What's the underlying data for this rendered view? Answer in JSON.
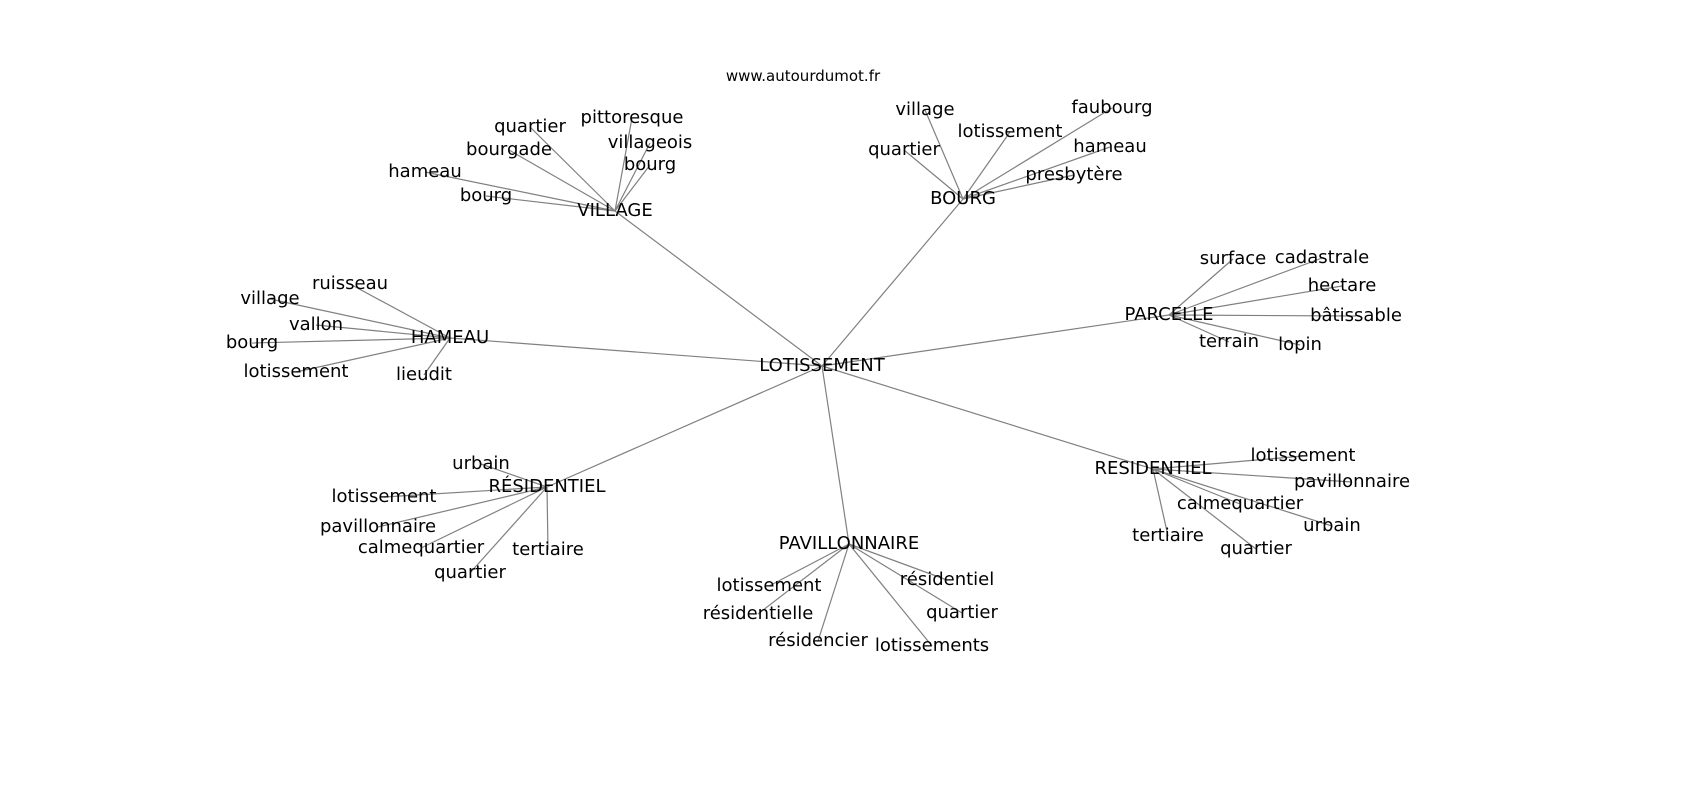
{
  "title": "www.autourdumot.fr",
  "colors": {
    "edge": "#808080",
    "text": "#000000"
  },
  "graph": {
    "root": "LOTISSEMENT",
    "groups": [
      {
        "label": "VILLAGE",
        "children": [
          "quartier",
          "pittoresque",
          "villageois",
          "bourg",
          "bourgade",
          "hameau",
          "bourg"
        ]
      },
      {
        "label": "BOURG",
        "children": [
          "village",
          "lotissement",
          "faubourg",
          "quartier",
          "hameau",
          "presbytère"
        ]
      },
      {
        "label": "PARCELLE",
        "children": [
          "surface",
          "cadastrale",
          "hectare",
          "bâtissable",
          "terrain",
          "lopin"
        ]
      },
      {
        "label": "HAMEAU",
        "children": [
          "ruisseau",
          "village",
          "vallon",
          "bourg",
          "lotissement",
          "lieudit"
        ]
      },
      {
        "label": "RÉSIDENTIEL",
        "children": [
          "urbain",
          "lotissement",
          "pavillonnaire",
          "calmequartier",
          "quartier",
          "tertiaire"
        ]
      },
      {
        "label": "PAVILLONNAIRE",
        "children": [
          "lotissement",
          "résidentielle",
          "résidencier",
          "lotissements",
          "quartier",
          "résidentiel"
        ]
      },
      {
        "label": "RESIDENTIEL",
        "children": [
          "lotissement",
          "pavillonnaire",
          "calmequartier",
          "urbain",
          "tertiaire",
          "quartier"
        ]
      }
    ]
  }
}
